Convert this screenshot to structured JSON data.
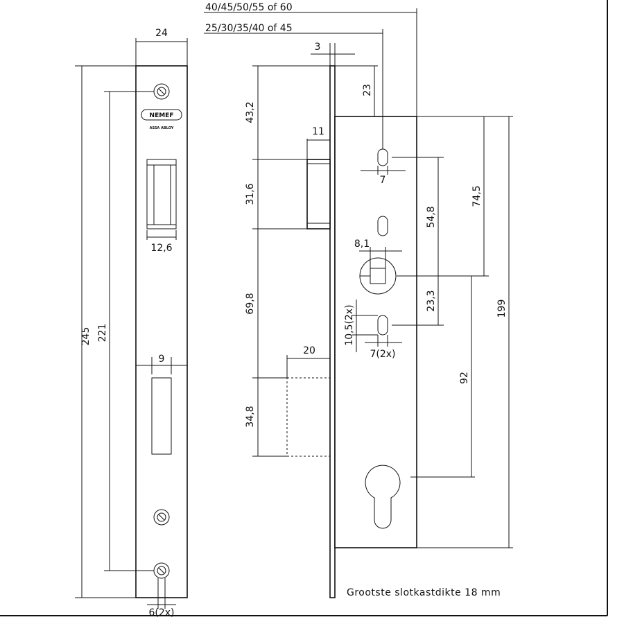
{
  "logo": {
    "brand": "NEMEF",
    "group": "ASSA ABLOY"
  },
  "front_plate": {
    "width": "24",
    "height": "245",
    "hole_spacing": "221",
    "latch_width": "12,6",
    "bolt_width": "9",
    "screw_holes": "6(2x)"
  },
  "side_view": {
    "backset_large": "40/45/50/55 of 60",
    "backset_small": "25/30/35/40 of 45",
    "plate_thickness": "3",
    "top_to_hole": "23",
    "top_to_latch": "43,2",
    "latch_height": "31,6",
    "latch_projection": "11",
    "hole_diameter": "7",
    "latch_to_bolt": "69,8",
    "bolt_projection": "20",
    "bolt_height": "34,8",
    "hole_to_follower": "54,8",
    "top_to_follower": "74,5",
    "follower_square": "8,1",
    "follower_to_slot": "23,3",
    "slot_height": "10,5(2x)",
    "slot_width": "7(2x)",
    "follower_to_cylinder": "92",
    "case_height": "199",
    "note": "Grootste slotkastdikte 18 mm"
  }
}
